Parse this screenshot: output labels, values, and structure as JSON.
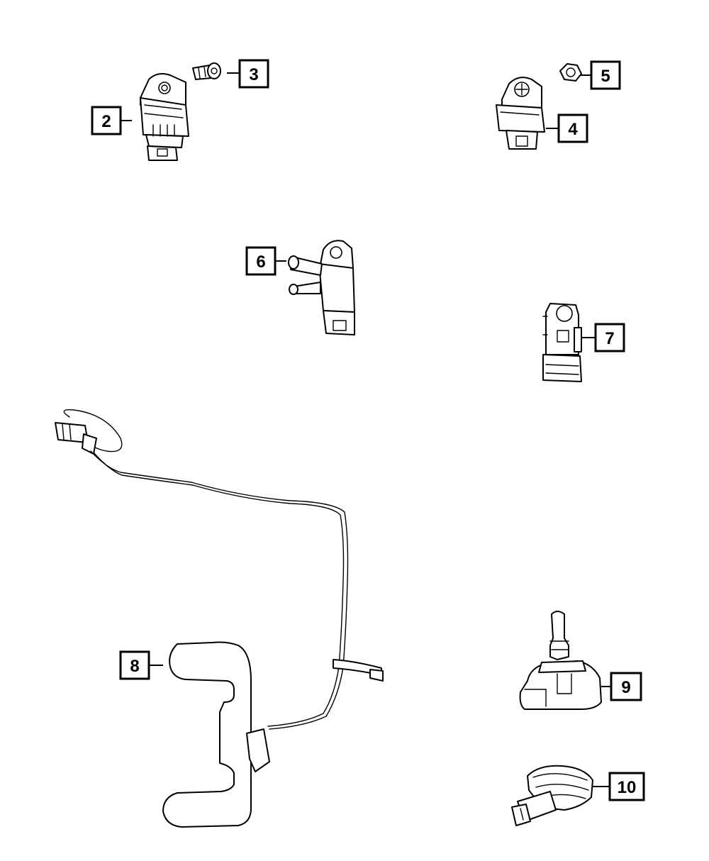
{
  "callouts": {
    "c2": "2",
    "c3": "3",
    "c4": "4",
    "c5": "5",
    "c6": "6",
    "c7": "7",
    "c8": "8",
    "c9": "9",
    "c10": "10"
  },
  "colors": {
    "line": "#000000",
    "background": "#ffffff"
  }
}
